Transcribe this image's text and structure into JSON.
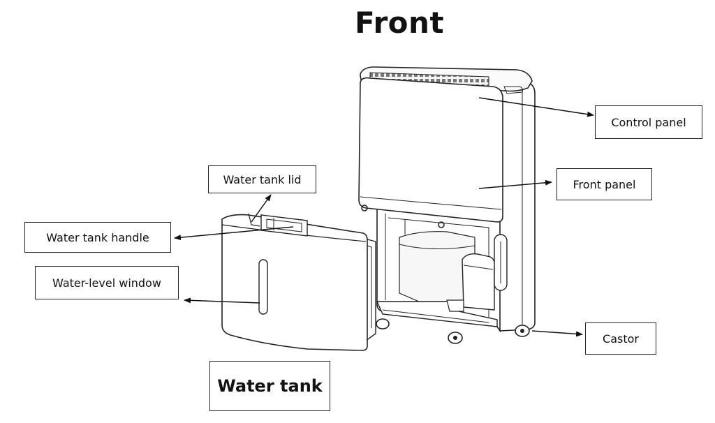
{
  "title": "Front",
  "labels": {
    "control_panel": "Control panel",
    "front_panel": "Front panel",
    "water_tank_lid": "Water tank lid",
    "water_tank_handle": "Water tank handle",
    "water_level_window": "Water-level window",
    "castor": "Castor",
    "water_tank": "Water tank"
  },
  "colors": {
    "line": "#222222",
    "background": "#ffffff"
  }
}
